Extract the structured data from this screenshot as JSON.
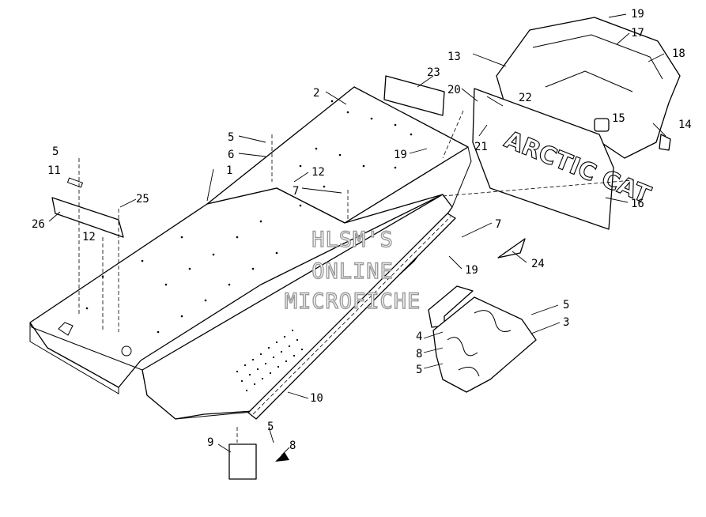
{
  "diagram": {
    "watermark": [
      "HLSM'S",
      "ONLINE",
      "MICROFICHE"
    ],
    "flap_emblem": "ARCTIC CAT",
    "callouts": [
      {
        "id": "c19a",
        "text": "19"
      },
      {
        "id": "c17",
        "text": "17"
      },
      {
        "id": "c18",
        "text": "18"
      },
      {
        "id": "c13",
        "text": "13"
      },
      {
        "id": "c23",
        "text": "23"
      },
      {
        "id": "c20",
        "text": "20"
      },
      {
        "id": "c22",
        "text": "22"
      },
      {
        "id": "c2",
        "text": "2"
      },
      {
        "id": "c15",
        "text": "15"
      },
      {
        "id": "c14",
        "text": "14"
      },
      {
        "id": "c5a",
        "text": "5"
      },
      {
        "id": "c6",
        "text": "6"
      },
      {
        "id": "c19b",
        "text": "19"
      },
      {
        "id": "c21",
        "text": "21"
      },
      {
        "id": "c5b",
        "text": "5"
      },
      {
        "id": "c11",
        "text": "11"
      },
      {
        "id": "c1",
        "text": "1"
      },
      {
        "id": "c12a",
        "text": "12"
      },
      {
        "id": "c7a",
        "text": "7"
      },
      {
        "id": "c16",
        "text": "16"
      },
      {
        "id": "c25",
        "text": "25"
      },
      {
        "id": "c26",
        "text": "26"
      },
      {
        "id": "c12b",
        "text": "12"
      },
      {
        "id": "c7b",
        "text": "7"
      },
      {
        "id": "c24",
        "text": "24"
      },
      {
        "id": "c19c",
        "text": "19"
      },
      {
        "id": "c5c",
        "text": "5"
      },
      {
        "id": "c3",
        "text": "3"
      },
      {
        "id": "c4",
        "text": "4"
      },
      {
        "id": "c8a",
        "text": "8"
      },
      {
        "id": "c5d",
        "text": "5"
      },
      {
        "id": "c10",
        "text": "10"
      },
      {
        "id": "c9",
        "text": "9"
      },
      {
        "id": "c5e",
        "text": "5"
      },
      {
        "id": "c8b",
        "text": "8"
      }
    ]
  }
}
